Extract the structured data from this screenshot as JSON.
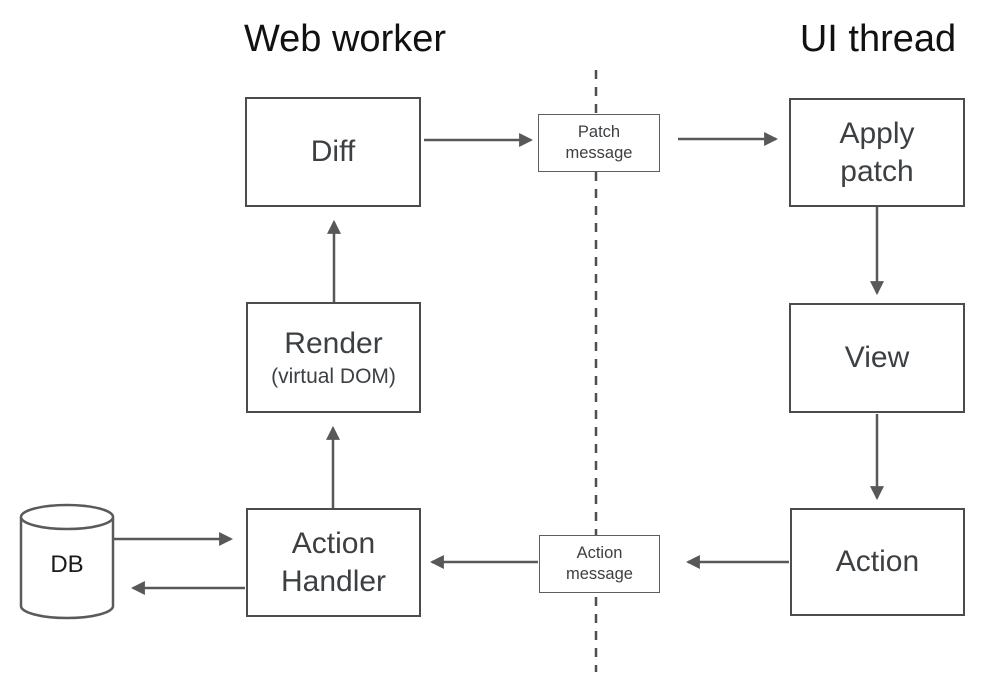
{
  "diagram": {
    "titles": {
      "web_worker": "Web worker",
      "ui_thread": "UI thread"
    },
    "nodes": {
      "diff": {
        "label": "Diff"
      },
      "render": {
        "label": "Render",
        "sublabel": "(virtual DOM)"
      },
      "action_handler": {
        "label": "Action Handler"
      },
      "db": {
        "label": "DB"
      },
      "apply_patch": {
        "label": "Apply patch"
      },
      "view": {
        "label": "View"
      },
      "action": {
        "label": "Action"
      }
    },
    "messages": {
      "patch": {
        "line1": "Patch",
        "line2": "message"
      },
      "action": {
        "line1": "Action",
        "line2": "message"
      }
    },
    "edges": [
      {
        "from": "Diff",
        "to": "Patch message"
      },
      {
        "from": "Patch message",
        "to": "Apply patch"
      },
      {
        "from": "Apply patch",
        "to": "View"
      },
      {
        "from": "View",
        "to": "Action"
      },
      {
        "from": "Action",
        "to": "Action message"
      },
      {
        "from": "Action message",
        "to": "Action Handler"
      },
      {
        "from": "Action Handler",
        "to": "Render"
      },
      {
        "from": "Render",
        "to": "Diff"
      },
      {
        "from": "DB",
        "to": "Action Handler"
      },
      {
        "from": "Action Handler",
        "to": "DB"
      }
    ],
    "colors": {
      "box_border": "#4c4c4c",
      "message_border": "#5e5e5e",
      "arrow": "#58585a",
      "dashed_divider": "#4f4f4f",
      "node_text": "#3d4043",
      "title_text": "#111111",
      "background": "#ffffff"
    }
  }
}
